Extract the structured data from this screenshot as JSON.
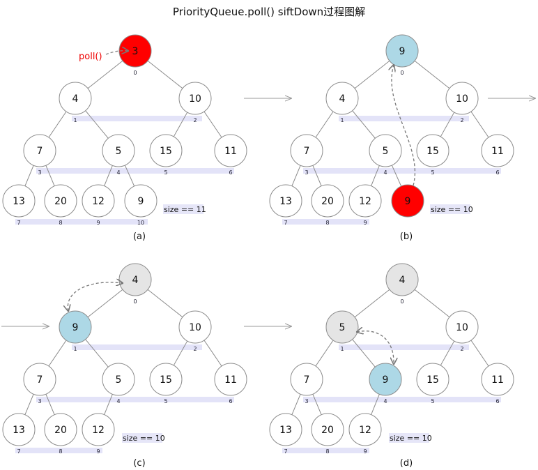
{
  "title": "PriorityQueue.poll() siftDown过程图解",
  "colors": {
    "red": "#ff0000",
    "blue": "#add8e6",
    "gray": "#e5e5e5",
    "white": "#ffffff"
  },
  "poll_label": "poll()",
  "panels": [
    {
      "label": "(a)",
      "size_text": "size == 11",
      "nodes": [
        {
          "index": 0,
          "value": "3",
          "color": "red"
        },
        {
          "index": 1,
          "value": "4",
          "color": "white"
        },
        {
          "index": 2,
          "value": "10",
          "color": "white"
        },
        {
          "index": 3,
          "value": "7",
          "color": "white"
        },
        {
          "index": 4,
          "value": "5",
          "color": "white"
        },
        {
          "index": 5,
          "value": "15",
          "color": "white"
        },
        {
          "index": 6,
          "value": "11",
          "color": "white"
        },
        {
          "index": 7,
          "value": "13",
          "color": "white"
        },
        {
          "index": 8,
          "value": "20",
          "color": "white"
        },
        {
          "index": 9,
          "value": "12",
          "color": "white"
        },
        {
          "index": 10,
          "value": "9",
          "color": "white"
        }
      ]
    },
    {
      "label": "(b)",
      "size_text": "size == 10",
      "nodes": [
        {
          "index": 0,
          "value": "9",
          "color": "blue"
        },
        {
          "index": 1,
          "value": "4",
          "color": "white"
        },
        {
          "index": 2,
          "value": "10",
          "color": "white"
        },
        {
          "index": 3,
          "value": "7",
          "color": "white"
        },
        {
          "index": 4,
          "value": "5",
          "color": "white"
        },
        {
          "index": 5,
          "value": "15",
          "color": "white"
        },
        {
          "index": 6,
          "value": "11",
          "color": "white"
        },
        {
          "index": 7,
          "value": "13",
          "color": "white"
        },
        {
          "index": 8,
          "value": "20",
          "color": "white"
        },
        {
          "index": 9,
          "value": "12",
          "color": "white"
        },
        {
          "index": null,
          "value": "9",
          "color": "red"
        }
      ]
    },
    {
      "label": "(c)",
      "size_text": "size == 10",
      "nodes": [
        {
          "index": 0,
          "value": "4",
          "color": "gray"
        },
        {
          "index": 1,
          "value": "9",
          "color": "blue"
        },
        {
          "index": 2,
          "value": "10",
          "color": "white"
        },
        {
          "index": 3,
          "value": "7",
          "color": "white"
        },
        {
          "index": 4,
          "value": "5",
          "color": "white"
        },
        {
          "index": 5,
          "value": "15",
          "color": "white"
        },
        {
          "index": 6,
          "value": "11",
          "color": "white"
        },
        {
          "index": 7,
          "value": "13",
          "color": "white"
        },
        {
          "index": 8,
          "value": "20",
          "color": "white"
        },
        {
          "index": 9,
          "value": "12",
          "color": "white"
        }
      ]
    },
    {
      "label": "(d)",
      "size_text": "size == 10",
      "nodes": [
        {
          "index": 0,
          "value": "4",
          "color": "gray"
        },
        {
          "index": 1,
          "value": "5",
          "color": "gray"
        },
        {
          "index": 2,
          "value": "10",
          "color": "white"
        },
        {
          "index": 3,
          "value": "7",
          "color": "white"
        },
        {
          "index": 4,
          "value": "9",
          "color": "blue"
        },
        {
          "index": 5,
          "value": "15",
          "color": "white"
        },
        {
          "index": 6,
          "value": "11",
          "color": "white"
        },
        {
          "index": 7,
          "value": "13",
          "color": "white"
        },
        {
          "index": 8,
          "value": "20",
          "color": "white"
        },
        {
          "index": 9,
          "value": "12",
          "color": "white"
        }
      ]
    }
  ]
}
